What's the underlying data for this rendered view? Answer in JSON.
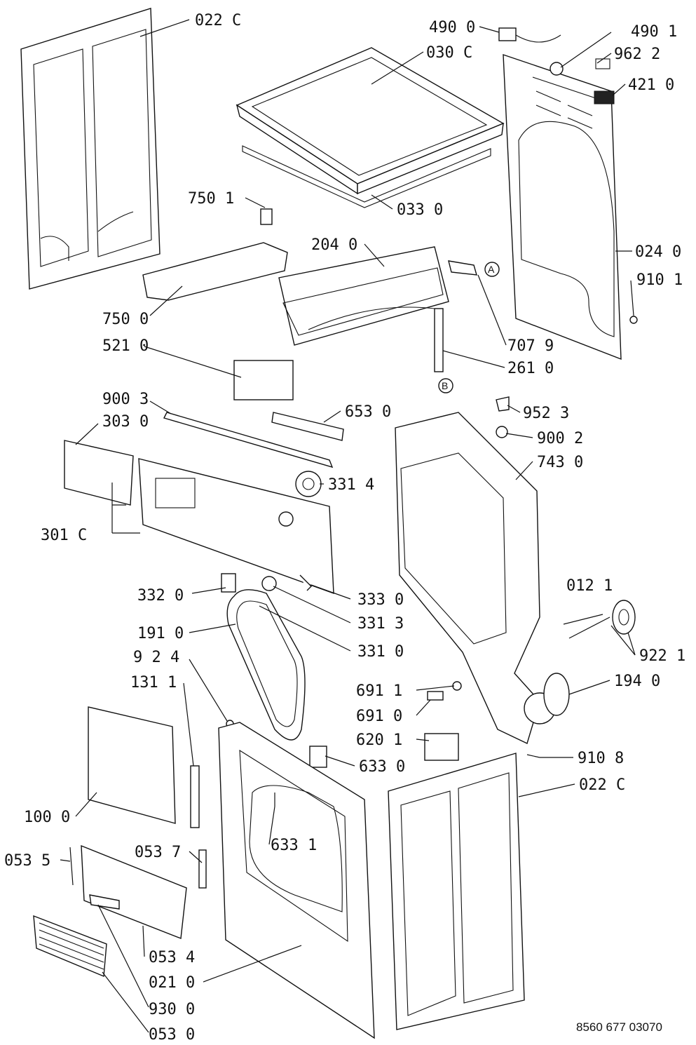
{
  "labels": [
    "022 C",
    "490 0",
    "490 1",
    "030 C",
    "962 2",
    "421 0",
    "750 1",
    "033 0",
    "204 0",
    "024 0",
    "910 1",
    "750 0",
    "707 9",
    "521 0",
    "261 0",
    "900 3",
    "952 3",
    "653 0",
    "303 0",
    "900 2",
    "743 0",
    "331 4",
    "301 C",
    "012 1",
    "332 0",
    "333 0",
    "331 3",
    "191 0",
    "331 0",
    "922 1",
    "9 2 4",
    "194 0",
    "131 1",
    "691 1",
    "691 0",
    "620 1",
    "910 8",
    "633 0",
    "022 C",
    "100 0",
    "633 1",
    "053 5",
    "053 7",
    "053 4",
    "021 0",
    "930 0",
    "053 0"
  ],
  "markers": [
    "A",
    "B"
  ],
  "drawing_code": "8560 677 03070"
}
